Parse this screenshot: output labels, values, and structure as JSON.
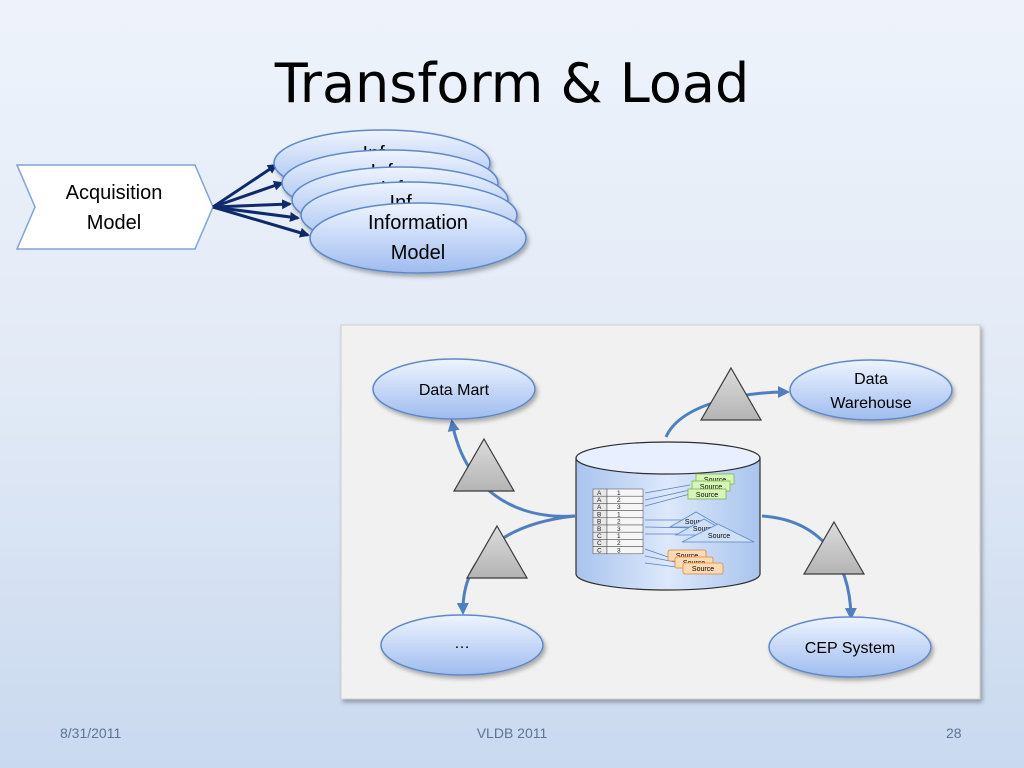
{
  "slide": {
    "title": "Transform & Load"
  },
  "acquisition": {
    "line1": "Acquisition",
    "line2": "Model"
  },
  "information_stack": {
    "line1": "Information",
    "line2": "Model",
    "partial_labels": [
      "Inf...",
      "Inf...",
      "Inf...",
      "Inf..."
    ]
  },
  "diagram": {
    "data_mart": "Data Mart",
    "data_warehouse_line1": "Data",
    "data_warehouse_line2": "Warehouse",
    "ellipsis": "…",
    "cep_system": "CEP System",
    "source_label": "Source",
    "table_rows": [
      [
        "A",
        "1"
      ],
      [
        "A",
        "2"
      ],
      [
        "A",
        "3"
      ],
      [
        "B",
        "1"
      ],
      [
        "B",
        "2"
      ],
      [
        "B",
        "3"
      ],
      [
        "C",
        "1"
      ],
      [
        "C",
        "2"
      ],
      [
        "C",
        "3"
      ]
    ]
  },
  "footer": {
    "date": "8/31/2011",
    "conference": "VLDB 2011",
    "page": "28"
  },
  "colors": {
    "ellipse_fill_top": "#e6efff",
    "ellipse_fill_bottom": "#a9c3f2",
    "arrow_navy": "#0f2a6b",
    "connector_blue": "#4f7fbf",
    "triangle_fill": "#c8c8c8"
  }
}
